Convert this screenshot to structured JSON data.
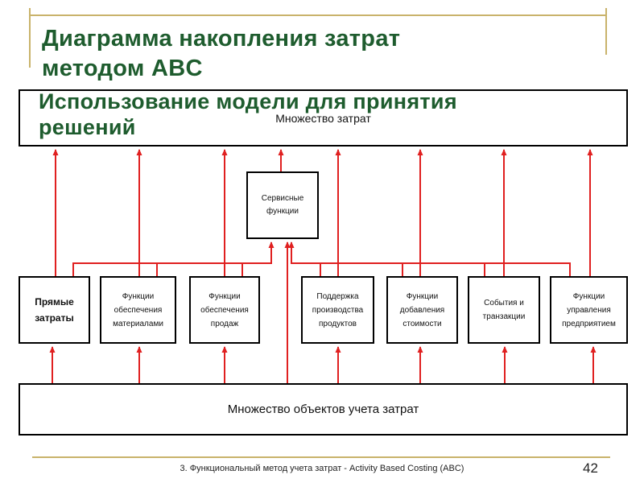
{
  "slide": {
    "title_line1": "Диаграмма накопления затрат",
    "title_line2": "методом ABC",
    "subtitle_line1": "Использование модели для принятия",
    "subtitle_line2": "решений",
    "footer": "3. Функциональный метод учета затрат - Activity Based Costing  (ABC)",
    "page_number": "42"
  },
  "diagram": {
    "cost_pool": "Множество затрат",
    "cost_objects": "Множество объектов учета затрат",
    "service": "Сервисные\nфункции",
    "functions": [
      "Прямые\nзатраты",
      "Функции\nобеспечения\nматериалами",
      "Функции\nобеспечения\nпродаж",
      "Поддержка\nпроизводства\nпродуктов",
      "Функции\nдобавления\nстоимости",
      "События и\nтранзакции",
      "Функции\nуправления\nпредприятием"
    ]
  },
  "colors": {
    "title": "#1e5c2e",
    "arrow": "#e02020",
    "border": "#000000",
    "rule": "#c9b36b"
  }
}
